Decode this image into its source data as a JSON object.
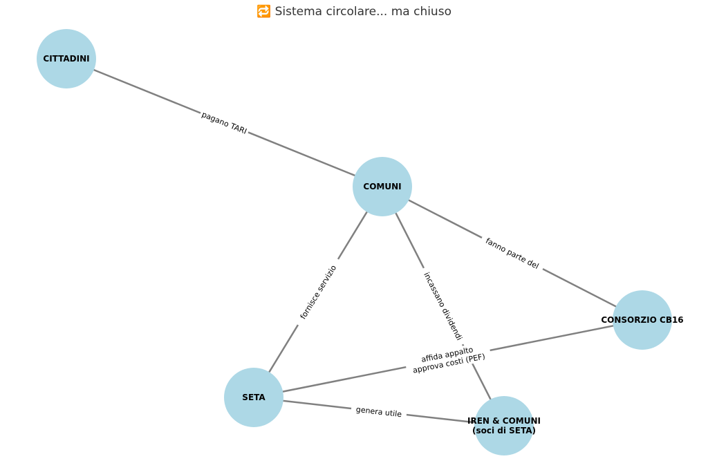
{
  "title": "🔁 Sistema circolare... ma chiuso",
  "colors": {
    "node_fill": "#add8e6",
    "edge": "#808080",
    "text": "#000000",
    "title": "#333333"
  },
  "nodes": [
    {
      "id": "cittadini",
      "lines": [
        "CITTADINI"
      ]
    },
    {
      "id": "comuni",
      "lines": [
        "COMUNI"
      ]
    },
    {
      "id": "consorzio",
      "lines": [
        "CONSORZIO CB16"
      ]
    },
    {
      "id": "seta",
      "lines": [
        "SETA"
      ]
    },
    {
      "id": "iren",
      "lines": [
        "IREN & COMUNI",
        "(soci di SETA)"
      ]
    }
  ],
  "edges": [
    {
      "from": "cittadini",
      "to": "comuni",
      "lines": [
        "pagano TARI"
      ]
    },
    {
      "from": "comuni",
      "to": "consorzio",
      "lines": [
        "fanno parte del"
      ]
    },
    {
      "from": "seta",
      "to": "comuni",
      "lines": [
        "fornisce servizio"
      ]
    },
    {
      "from": "comuni",
      "to": "iren",
      "lines": [
        "incassano dividendi"
      ]
    },
    {
      "from": "seta",
      "to": "consorzio",
      "lines": [
        "affida appalto",
        "approva costi (PEF)"
      ]
    },
    {
      "from": "seta",
      "to": "iren",
      "lines": [
        "genera utile"
      ]
    }
  ]
}
